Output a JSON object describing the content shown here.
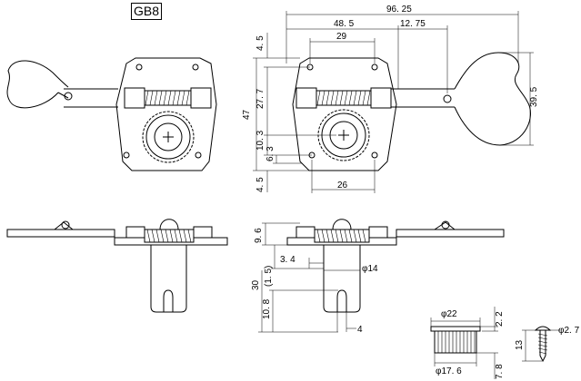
{
  "title": "GB8",
  "dimensions": {
    "overall_width": "96. 25",
    "plate_width": "48. 5",
    "post_offset": "12. 75",
    "hole_spacing_top": "29",
    "top_margin": "4. 5",
    "plate_height": "47",
    "post_height": "27. 7",
    "gear_offset": "10. 3",
    "bottom_step": "6. 3",
    "bottom_margin": "4. 5",
    "hole_spacing_bottom": "26",
    "key_height": "39. 5",
    "side_plate_height": "9. 6",
    "spacer": "(1. 5)",
    "shaft_offset": "3. 4",
    "post_diameter": "φ14",
    "post_length": "30",
    "slot_depth": "10. 8",
    "slot_width": "4",
    "bushing_diameter": "φ22",
    "bushing_top": "2. 2",
    "bushing_inner_diameter": "φ17. 6",
    "bushing_height": "7. 8",
    "screw_diameter": "φ2. 7",
    "screw_length": "13"
  }
}
